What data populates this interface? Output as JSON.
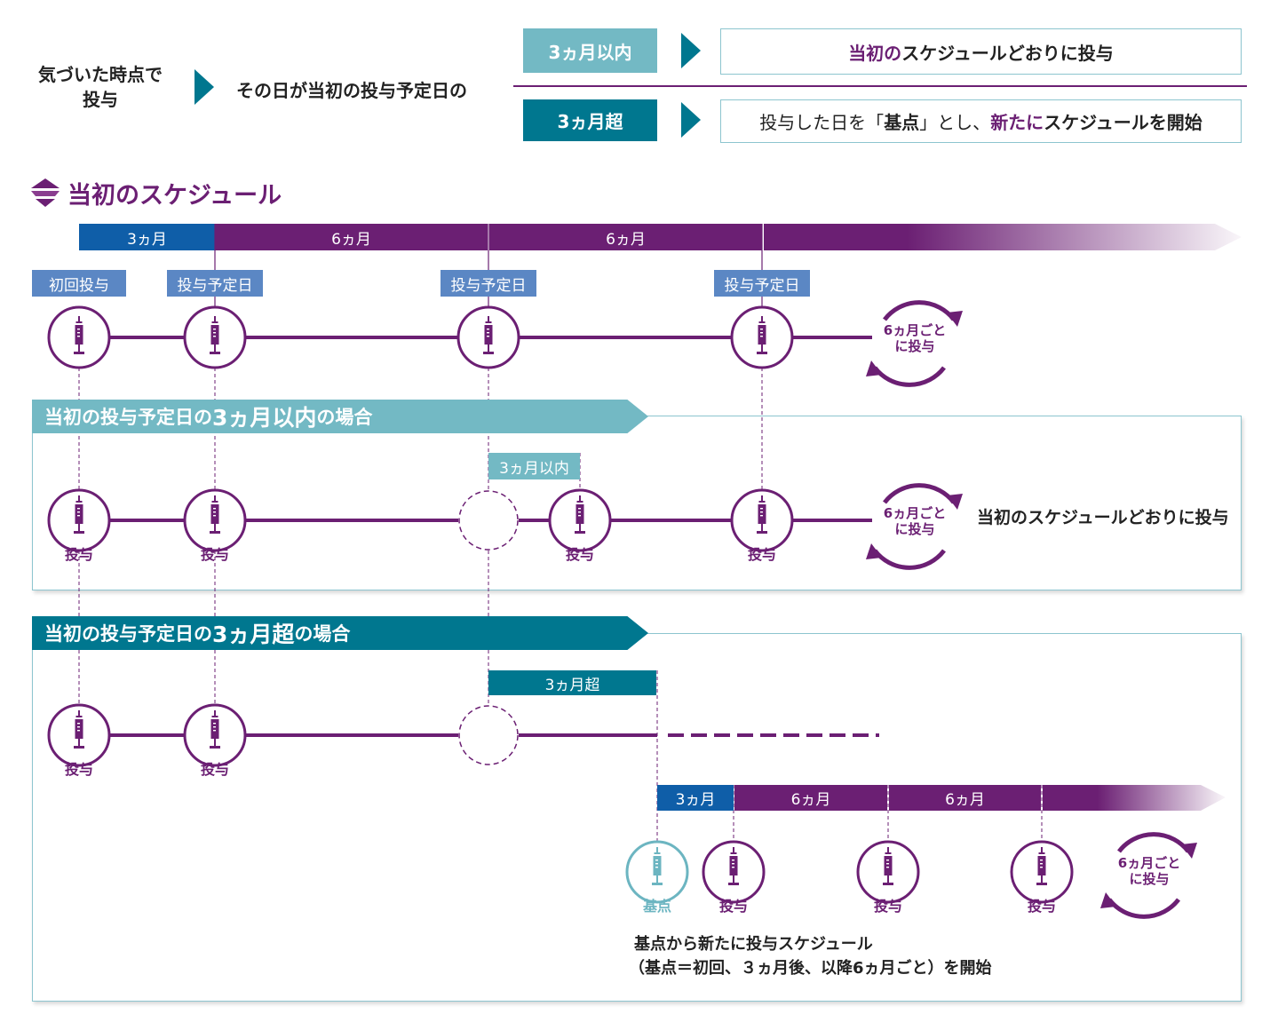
{
  "flow": {
    "left_line1": "気づいた時点で",
    "left_line2": "投与",
    "middle": "その日が当初の投与予定日の",
    "within_label": "3ヵ月以内",
    "over_label": "3ヵ月超",
    "within_result_a": "当初の",
    "within_result_b": "スケジュールどおりに投与",
    "over_result_a": "投与した日を「",
    "over_result_b": "基点",
    "over_result_c": "」とし、",
    "over_result_d": "新たに",
    "over_result_e": "スケジュールを開始"
  },
  "section_title": "当初のスケジュール",
  "timeline": {
    "seg_3m": "3ヵ月",
    "seg_6m_1": "6ヵ月",
    "seg_6m_2": "6ヵ月",
    "tag_first": "初回投与",
    "tag_planned_1": "投与予定日",
    "tag_planned_2": "投与予定日",
    "tag_planned_3": "投与予定日",
    "cycle_line1": "6ヵ月ごと",
    "cycle_line2": "に投与"
  },
  "within_case": {
    "banner_a": "当初の投与予定日の",
    "banner_b": "3ヵ月",
    "banner_c": "以内",
    "banner_d": "の場合",
    "gap_label": "3ヵ月以内",
    "dose_label": "投与",
    "cycle_line1": "6ヵ月ごと",
    "cycle_line2": "に投与",
    "result": "当初のスケジュールどおりに投与"
  },
  "over_case": {
    "banner_a": "当初の投与予定日の",
    "banner_b": "3ヵ月",
    "banner_c": "超",
    "banner_d": "の場合",
    "gap_label": "3ヵ月超",
    "dose_label": "投与",
    "base_label": "基点",
    "seg_3m": "3ヵ月",
    "seg_6m_1": "6ヵ月",
    "seg_6m_2": "6ヵ月",
    "cycle_line1": "6ヵ月ごと",
    "cycle_line2": "に投与",
    "note_line1": "基点から新たに投与スケジュール",
    "note_line2": "（基点＝初回、３ヵ月後、以降6ヵ月ごと）を開始"
  },
  "colors": {
    "purple": "#6b1f73",
    "blue": "#0f5ea8",
    "tag_blue": "#5b87c4",
    "teal_light": "#73b9c4",
    "teal_dark": "#00778f",
    "base_teal": "#6cb5c1"
  }
}
